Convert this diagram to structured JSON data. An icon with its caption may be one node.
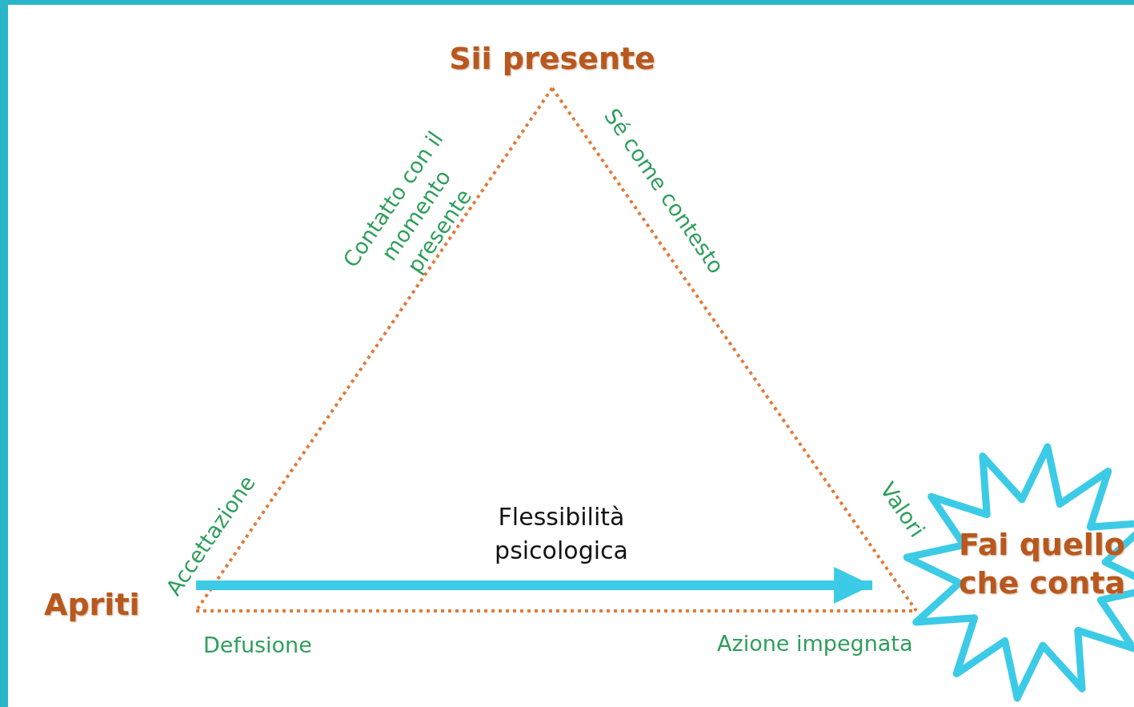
{
  "diagram": {
    "nodes": [
      {
        "text": [
          "Sii presente"
        ]
      },
      {
        "text": [
          "Apriti"
        ]
      },
      {
        "text": [
          "Fai quello che conta"
        ]
      }
    ],
    "edges": [
      {
        "from": 0,
        "to": 1,
        "arrow": "none",
        "style": "dashed"
      },
      {
        "from": 0,
        "to": 2,
        "arrow": "none",
        "style": "dashed"
      },
      {
        "from": 1,
        "to": 2,
        "arrow": "none",
        "style": "dashed"
      },
      {
        "from": 1,
        "to": 2,
        "arrow": "to",
        "label": "Flessibilità psicologica",
        "style": "thick",
        "color": "#3ccbe6"
      }
    ],
    "labels": [
      "Contatto con il momento presente",
      "Sé come contesto",
      "Accettazione",
      "Valori",
      "Defusione",
      "Azione impegnata"
    ]
  }
}
